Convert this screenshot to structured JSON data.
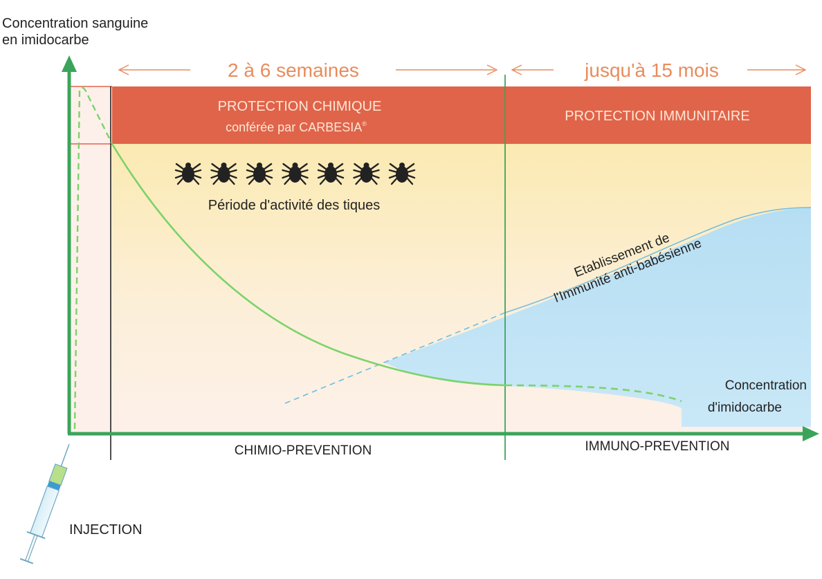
{
  "y_axis_label": [
    "Concentration sanguine",
    "en imidocarbe"
  ],
  "periods": {
    "first": "2 à 6 semaines",
    "second": "jusqu'à 15 mois"
  },
  "bands": {
    "chemical_line1": "PROTECTION CHIMIQUE",
    "chemical_line2": "conférée par CARBESIA",
    "chemical_mark": "®",
    "immune": "PROTECTION IMMUNITAIRE"
  },
  "ticks": {
    "count": 7,
    "label": "Période d'activité des tiques"
  },
  "immunity_label": [
    "Etablissement de",
    "l'Immunité anti-babésienne"
  ],
  "concentration_label": [
    "Concentration",
    "d'imidocarbe"
  ],
  "phases": {
    "chemo": "CHIMIO-PREVENTION",
    "immuno": "IMMUNO-PREVENTION"
  },
  "injection_label": "INJECTION",
  "colors": {
    "axis": "#3aa55a",
    "band": "#e0644a",
    "band_text": "#fde7d6",
    "period_text": "#e88c5c",
    "concentration_curve": "#7bd36a",
    "immunity_fill": "#bfe3f5",
    "immunity_line": "#6fbde0",
    "yellow_zone": "#fbeebd",
    "tick": "#222222"
  }
}
